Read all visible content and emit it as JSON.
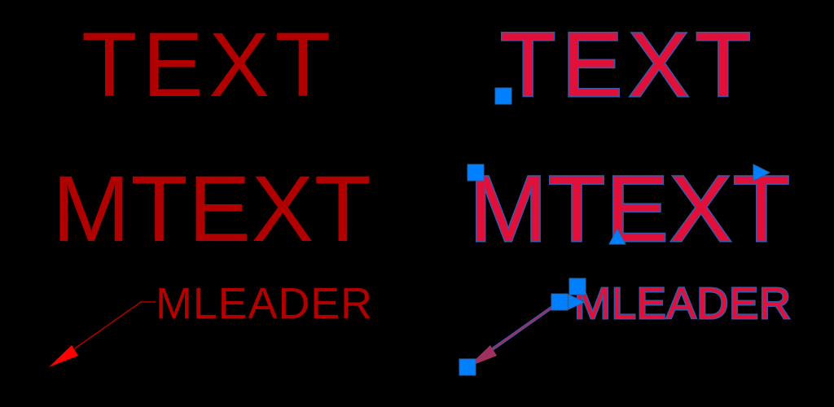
{
  "viewport": {
    "background": "#000000",
    "entities_unselected": {
      "text": "TEXT",
      "mtext": "MTEXT",
      "mleader": "MLEADER",
      "color": "#b00000",
      "arrowhead_color": "#ff0000"
    },
    "entities_selected": {
      "text": "TEXT",
      "mtext": "MTEXT",
      "mleader": "MLEADER",
      "highlight_color": "#3a5aa8",
      "line_color": "#e0103a",
      "arrowhead_color": "#a03060",
      "grip_color": "#0080ff",
      "grips": [
        "square-grip",
        "square-grip",
        "triangle-up-grip",
        "triangle-right-grip",
        "square-grip",
        "square-grip",
        "triangle-right-grip",
        "square-grip"
      ]
    }
  }
}
